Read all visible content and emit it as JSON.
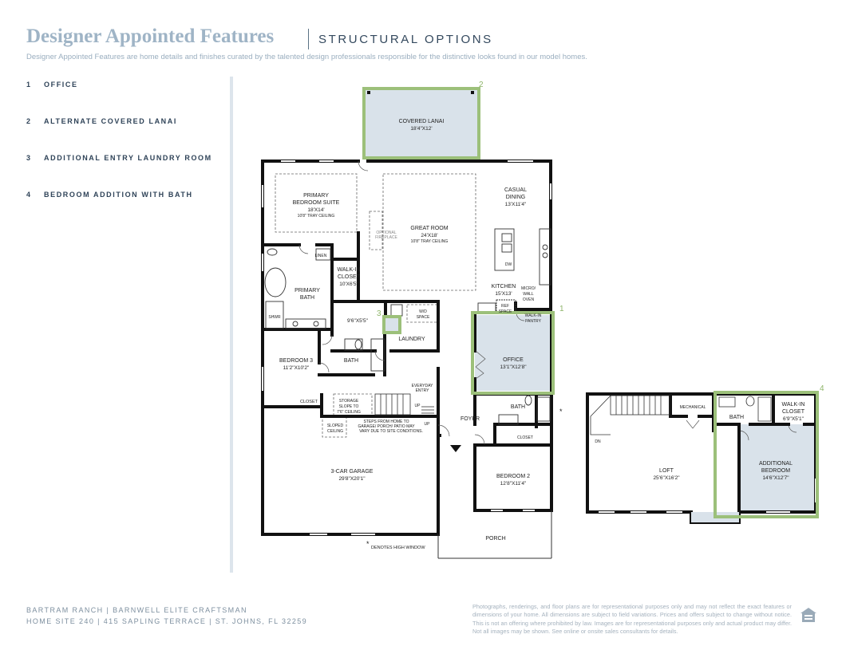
{
  "header": {
    "title": "Designer Appointed Features",
    "section": "STRUCTURAL OPTIONS",
    "subtitle": "Designer Appointed Features are home details and finishes curated by the talented design professionals responsible for the distinctive looks found in our model homes."
  },
  "options": [
    {
      "number": "1",
      "label": "OFFICE"
    },
    {
      "number": "2",
      "label": "ALTERNATE COVERED LANAI"
    },
    {
      "number": "3",
      "label": "ADDITIONAL ENTRY LAUNDRY ROOM"
    },
    {
      "number": "4",
      "label": "BEDROOM ADDITION WITH BATH"
    }
  ],
  "plan": {
    "covered_lanai": {
      "name": "COVERED LANAI",
      "size": "18'4\"X12'"
    },
    "primary_suite": {
      "name1": "PRIMARY",
      "name2": "BEDROOM SUITE",
      "size": "18'X14'",
      "ceiling": "10'8\" TRAY CEILING"
    },
    "great_room": {
      "name": "GREAT ROOM",
      "size": "24'X18'",
      "ceiling": "10'8\" TRAY CEILING"
    },
    "optional_fireplace": {
      "line1": "OPTIONAL",
      "line2": "FIREPLACE"
    },
    "casual_dining": {
      "name1": "CASUAL",
      "name2": "DINING",
      "size": "13'X11'4\""
    },
    "linen": "LINEN",
    "walk_in_closet": {
      "line1": "WALK-IN",
      "line2": "CLOSET",
      "size": "10'X6'5\""
    },
    "primary_bath": {
      "line1": "PRIMARY",
      "line2": "BATH"
    },
    "shwr": "SHWR",
    "dw": "DW",
    "kitchen": {
      "name": "KITCHEN",
      "size": "15'X13'"
    },
    "micro_wall_oven": {
      "line1": "MICRO/",
      "line2": "WALL",
      "line3": "OVEN"
    },
    "ref_space": {
      "line1": "REF",
      "line2": "SPACE"
    },
    "walk_in_pantry": {
      "line1": "WALK-IN",
      "line2": "PANTRY"
    },
    "laundry_size": "9'6\"X5'5\"",
    "wd_space": {
      "line1": "W/D",
      "line2": "SPACE"
    },
    "laundry": "LAUNDRY",
    "office": {
      "name": "OFFICE",
      "size": "13'1\"X12'8\""
    },
    "bedroom3": {
      "name": "BEDROOM 3",
      "size": "11'2\"X10'2\""
    },
    "bath": "BATH",
    "everyday_entry": {
      "line1": "EVERYDAY",
      "line2": "ENTRY"
    },
    "up": "UP",
    "closet": "CLOSET",
    "storage": {
      "line1": "STORAGE",
      "line2": "SLOPE TO",
      "line3": "7'6\" CEILING"
    },
    "sloped_ceiling": {
      "line1": "SLOPED",
      "line2": "CEILING"
    },
    "steps_note": {
      "line1": "STEPS FROM HOME TO",
      "line2": "GARAGE/ PORCH/ PATIO MAY",
      "line3": "VARY DUE TO SITE CONDITIONS."
    },
    "foyer": "FOYER",
    "garage": {
      "name": "3-CAR GARAGE",
      "size": "29'8\"X20'1\""
    },
    "bedroom2": {
      "name": "BEDROOM 2",
      "size": "12'8\"X11'4\""
    },
    "porch": "PORCH",
    "high_window_note": "DENOTES HIGH WINDOW",
    "asterisk": "*",
    "mechanical": "MECHANICAL",
    "dn": "DN",
    "loft": {
      "name": "LOFT",
      "size": "25'6\"X16'2\""
    },
    "walk_in_closet2": {
      "line1": "WALK-IN",
      "line2": "CLOSET",
      "size": "6'9\"X5'1\""
    },
    "additional_bedroom": {
      "line1": "ADDITIONAL",
      "line2": "BEDROOM",
      "size": "14'6\"X12'7\""
    }
  },
  "callouts": {
    "one": "1",
    "two": "2",
    "three": "3",
    "four": "4"
  },
  "footer": {
    "line1": "BARTRAM RANCH  |  BARNWELL ELITE CRAFTSMAN",
    "line2": "HOME SITE 240  |  415 SAPLING TERRACE  |  ST. JOHNS, FL 32259",
    "disclaimer": "Photographs, renderings, and floor plans are for representational purposes only and may not reflect the exact features or dimensions of your home. All dimensions are subject to field variations. Prices and offers subject to change without notice. This is not an offering where prohibited by law. Images are for representational purposes only and actual product may differ. Not all images may be shown. See online or onsite sales consultants for details."
  },
  "colors": {
    "highlight": "#9cc07a",
    "option_fill": "#d9e2ea",
    "wall": "#111111",
    "title": "#9fb4c6"
  }
}
